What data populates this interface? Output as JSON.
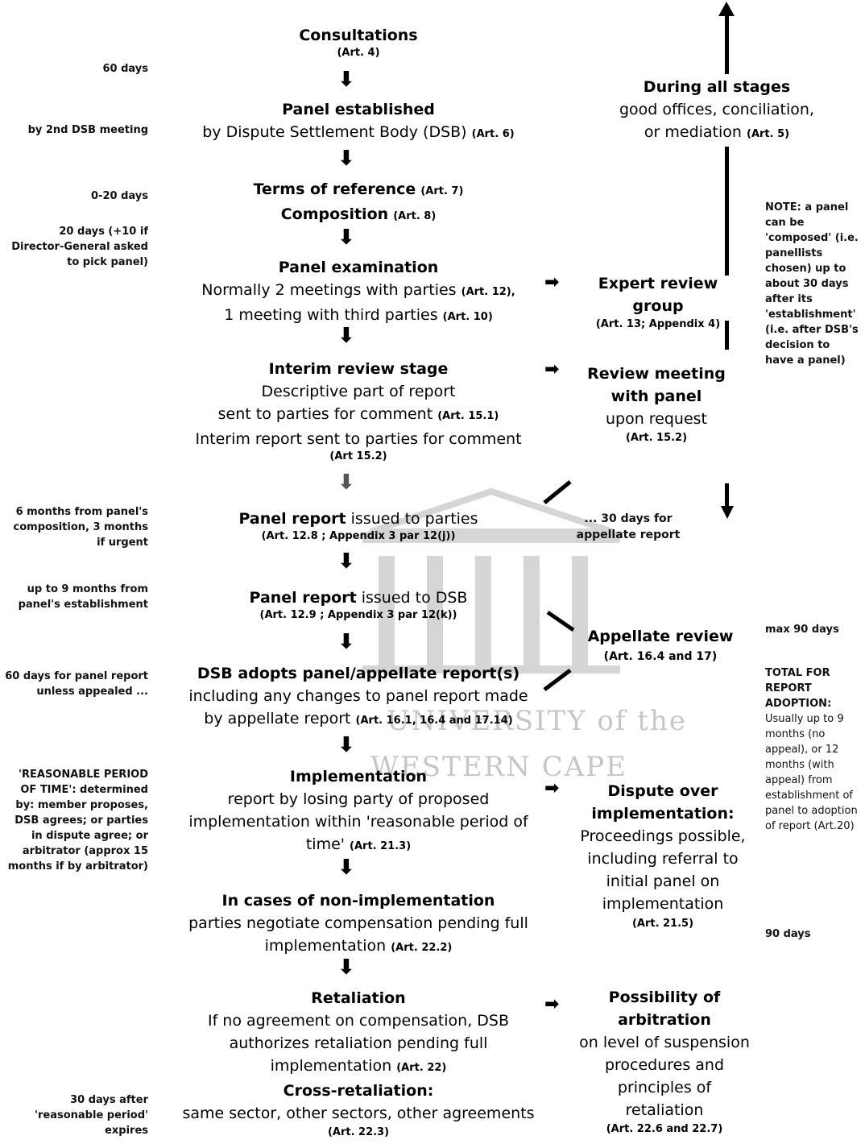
{
  "left_notes": {
    "n1": "60 days",
    "n2": "by 2nd DSB meeting",
    "n3": "0-20 days",
    "n4": "20 days (+10 if Director-General asked to pick panel)",
    "n5": "6 months from panel's composition, 3 months if urgent",
    "n6": "up to 9 months from panel's establishment",
    "n7": "60 days for panel report unless appealed ...",
    "n8": "'REASONABLE PERIOD OF TIME': determined by: member proposes, DSB agrees; or parties in dispute agree; or arbitrator (approx 15 months if by arbitrator)",
    "n9": "30 days after 'reasonable period' expires"
  },
  "center": {
    "consult_title": "Consultations",
    "consult_art": "(Art. 4)",
    "panel_est_title": "Panel established",
    "panel_est_text": "by Dispute Settlement Body (DSB)",
    "panel_est_art": "(Art. 6)",
    "terms_title": "Terms of reference",
    "terms_art": "(Art. 7)",
    "comp_title": "Composition",
    "comp_art": "(Art. 8)",
    "exam_title": "Panel examination",
    "exam_line1": "Normally 2 meetings with parties",
    "exam_art1": "(Art. 12),",
    "exam_line2": "1 meeting with third parties",
    "exam_art2": "(Art. 10)",
    "interim_title": "Interim review stage",
    "interim_line1": "Descriptive part of report",
    "interim_line2": "sent to parties for comment",
    "interim_art1": "(Art. 15.1)",
    "interim_line3": "Interim report sent to parties for comment",
    "interim_art2": "(Art 15.2)",
    "report_parties_title": "Panel report",
    "report_parties_text": "issued to parties",
    "report_parties_art": "(Art. 12.8 ; Appendix 3 par 12(j))",
    "report_dsb_title": "Panel report",
    "report_dsb_text": "issued to DSB",
    "report_dsb_art": "(Art. 12.9 ; Appendix 3 par 12(k))",
    "adopt_title": "DSB adopts panel/appellate report(s)",
    "adopt_line1": "including any changes to panel report made",
    "adopt_line2": "by appellate report",
    "adopt_art": "(Art. 16.1, 16.4 and 17.14)",
    "impl_title": "Implementation",
    "impl_line1": "report by losing party of proposed",
    "impl_line2": "implementation within 'reasonable period of",
    "impl_line3": "time'",
    "impl_art": "(Art. 21.3)",
    "nonimpl_title": "In cases of non-implementation",
    "nonimpl_line1": "parties negotiate compensation pending full",
    "nonimpl_line2": "implementation",
    "nonimpl_art": "(Art. 22.2)",
    "retal_title": "Retaliation",
    "retal_line1": "If no agreement on compensation, DSB",
    "retal_line2": "authorizes retaliation pending full",
    "retal_line3": "implementation",
    "retal_art": "(Art. 22)",
    "cross_title": "Cross-retaliation:",
    "cross_line1": "same sector, other sectors, other agreements",
    "cross_art": "(Art. 22.3)"
  },
  "right": {
    "stages_title": "During all stages",
    "stages_line1": "good offices, conciliation,",
    "stages_line2": "or mediation",
    "stages_art": "(Art. 5)",
    "expert_title": "Expert review group",
    "expert_art": "(Art. 13; Appendix 4)",
    "review_title1": "Review meeting",
    "review_title2": "with panel",
    "review_line1": "upon request",
    "review_art": "(Art. 15.2)",
    "appellate_days": "... 30 days for appellate report",
    "appellate_title": "Appellate review",
    "appellate_art": "(Art. 16.4 and 17)",
    "dispute_title1": "Dispute over",
    "dispute_title2": "implementation:",
    "dispute_line1": "Proceedings possible,",
    "dispute_line2": "including referral to",
    "dispute_line3": "initial panel on",
    "dispute_line4": "implementation",
    "dispute_art": "(Art. 21.5)",
    "arb_title1": "Possibility of",
    "arb_title2": "arbitration",
    "arb_line1": "on level of suspension",
    "arb_line2": "procedures and",
    "arb_line3": "principles of",
    "arb_line4": "retaliation",
    "arb_art": "(Art. 22.6 and 22.7)"
  },
  "far_right": {
    "note": "NOTE: a panel can be 'composed' (i.e. panellists chosen) up to about 30 days after its 'establishment' (i.e. after DSB's decision to have a panel)",
    "max90": "max 90 days",
    "total_title": "TOTAL FOR REPORT ADOPTION:",
    "total_text": "Usually up to 9 months (no appeal), or 12 months (with appeal) from establishment of panel to adoption of report (Art.20)",
    "days90": "90 days"
  },
  "watermark": {
    "line1": "UNIVERSITY of the",
    "line2": "WESTERN CAPE"
  }
}
